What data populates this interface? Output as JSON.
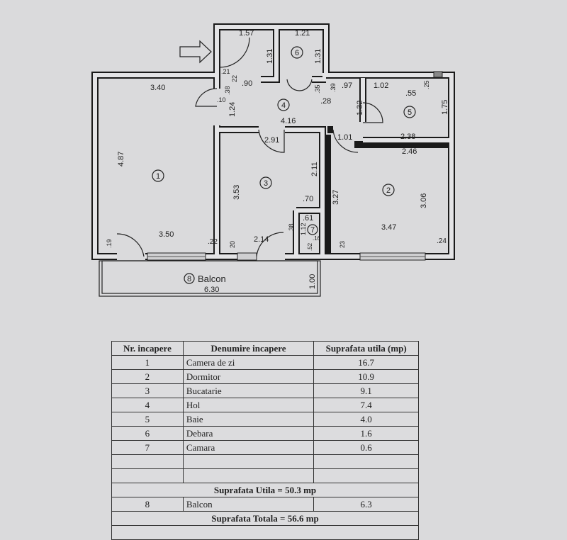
{
  "plan": {
    "rooms": {
      "r1": "1",
      "r2": "2",
      "r3": "3",
      "r4": "4",
      "r5": "5",
      "r6": "6",
      "r7": "7"
    },
    "balcony_label": "Balcon",
    "balcony_number": "8",
    "dims": {
      "d157": "1.57",
      "d121": "1.21",
      "d131a": "1.31",
      "d131b": "1.31",
      "d21": ".21",
      "d22": "22",
      "d90": ".90",
      "d340": "3.40",
      "d38": ".38",
      "d10": ".10",
      "d124": "1.24",
      "d416": "4.16",
      "d291": "2.91",
      "d101": "1.01",
      "d35": ".35",
      "d39": ".39",
      "d97": ".97",
      "d28": ".28",
      "d132": "1.32",
      "d102": "1.02",
      "d55": ".55",
      "d25": ".25",
      "d175": "1.75",
      "d238": "2.38",
      "d246": "2.46",
      "d487": "4.87",
      "d353": "3.53",
      "d211": "2.11",
      "d70": ".70",
      "d61": ".61",
      "d112": "1.12",
      "d38b": ".38",
      "d327": "3.27",
      "d306": "3.06",
      "d347": "3.47",
      "d350": "3.50",
      "d19": ".19",
      "d22b": ".22",
      "d20": "20",
      "d214": "2.14",
      "d23": "23",
      "d24": ".24",
      "d16": ".16",
      "d52": ".52",
      "d630": "6.30",
      "d100": "1.00"
    }
  },
  "table": {
    "headers": [
      "Nr. incapere",
      "Denumire incapere",
      "Suprafata utila (mp)"
    ],
    "rows": [
      [
        "1",
        "Camera de zi",
        "16.7"
      ],
      [
        "2",
        "Dormitor",
        "10.9"
      ],
      [
        "3",
        "Bucatarie",
        "9.1"
      ],
      [
        "4",
        "Hol",
        "7.4"
      ],
      [
        "5",
        "Baie",
        "4.0"
      ],
      [
        "6",
        "Debara",
        "1.6"
      ],
      [
        "7",
        "Camara",
        "0.6"
      ]
    ],
    "utila": "Suprafata Utila = 50.3 mp",
    "balcony_row": [
      "8",
      "Balcon",
      "6.3"
    ],
    "totala": "Suprafata Totala = 56.6 mp"
  }
}
